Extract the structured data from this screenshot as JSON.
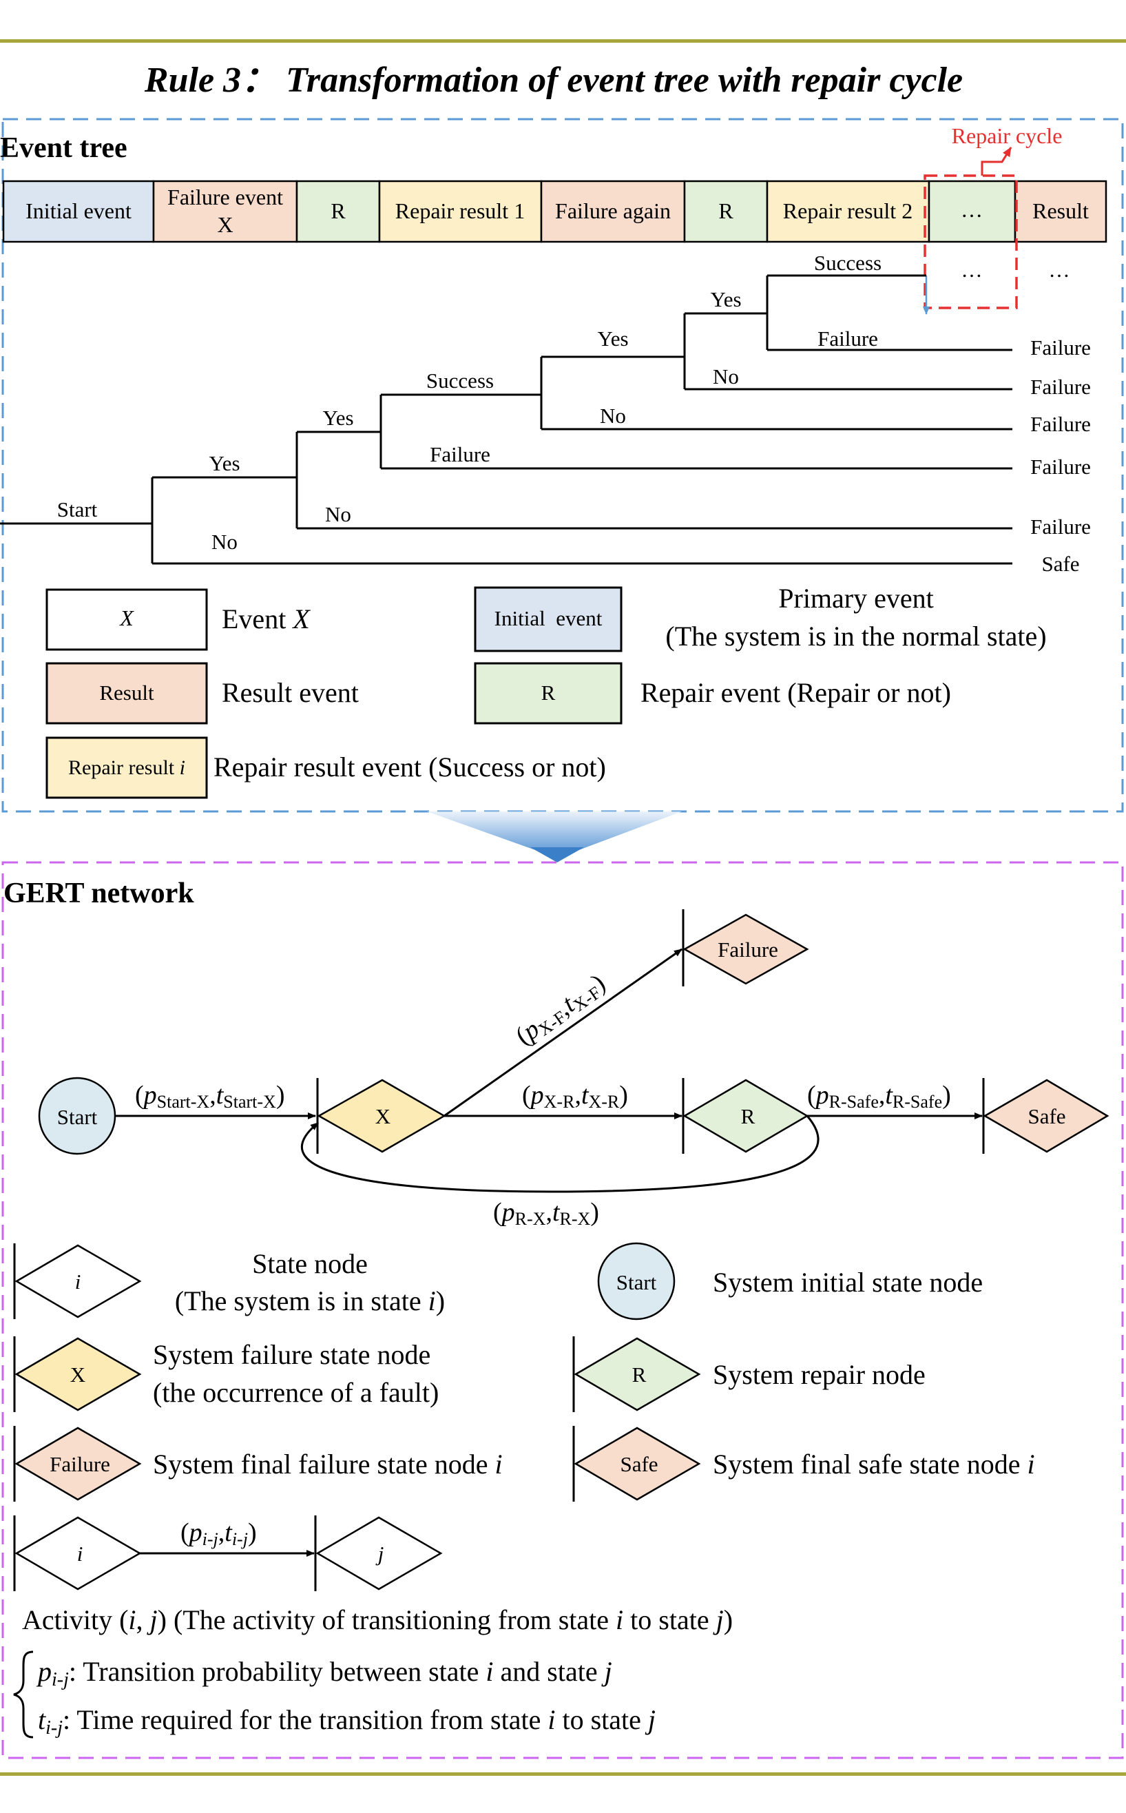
{
  "title": "Rule 3： Transformation of event tree with repair cycle",
  "event_tree": {
    "heading": "Event tree",
    "repair_cycle_label": "Repair cycle",
    "header_cells": [
      "Initial event",
      "Failure event",
      "X",
      "R",
      "Repair result 1",
      "Failure again",
      "R",
      "Repair result 2",
      "…",
      "Result"
    ],
    "tree_labels": {
      "start": "Start",
      "yes1": "Yes",
      "no1": "No",
      "yes2": "Yes",
      "no2": "No",
      "success1": "Success",
      "failure1": "Failure",
      "yes3": "Yes",
      "no3": "No",
      "yes4": "Yes",
      "no4": "No",
      "success2": "Success",
      "failure2": "Failure",
      "dots1": "…",
      "dots2": "…"
    },
    "results": [
      "Failure",
      "Failure",
      "Failure",
      "Failure",
      "Failure",
      "Safe"
    ],
    "legend": {
      "x_box": "X",
      "x_desc_prefix": "Event ",
      "x_desc_var": "X",
      "result_box": "Result",
      "result_desc": "Result event",
      "repair_result_box_prefix": "Repair result ",
      "repair_result_box_var": "i",
      "repair_result_desc": "Repair result event (Success or not)",
      "initial_box": "Initial  event",
      "initial_desc_1": "Primary event",
      "initial_desc_2": "(The system is in the normal state)",
      "r_box": "R",
      "r_desc": "Repair event (Repair or not)"
    }
  },
  "gert": {
    "heading": "GERT network",
    "nodes": {
      "start": "Start",
      "x": "X",
      "r": "R",
      "failure": "Failure",
      "safe": "Safe"
    },
    "edges": {
      "start_x": {
        "p": "p",
        "ps": "Start-X",
        "t": "t",
        "ts": "Start-X"
      },
      "x_f": {
        "p": "p",
        "ps": "X-F",
        "t": "t",
        "ts": "X-F"
      },
      "x_r": {
        "p": "p",
        "ps": "X-R",
        "t": "t",
        "ts": "X-R"
      },
      "r_safe": {
        "p": "p",
        "ps": "R-Safe",
        "t": "t",
        "ts": "R-Safe"
      },
      "r_x": {
        "p": "p",
        "ps": "R-X",
        "t": "t",
        "ts": "R-X"
      }
    },
    "legend": {
      "state_node": "i",
      "state_desc_1": "State node",
      "state_desc_2_prefix": "(The system is in state ",
      "state_desc_2_var": "i",
      "state_desc_2_suffix": ")",
      "start_node": "Start",
      "start_desc": "System initial state node",
      "x_node": "X",
      "x_desc_1": "System failure state node",
      "x_desc_2": "(the occurrence of a fault)",
      "r_node": "R",
      "r_desc": "System repair node",
      "failure_node": "Failure",
      "failure_desc_prefix": "System final failure state node ",
      "failure_desc_var": "i",
      "safe_node": "Safe",
      "safe_desc_prefix": "System final safe state node ",
      "safe_desc_var": "i",
      "act_from": "i",
      "act_to": "j",
      "act_edge": {
        "p": "p",
        "ps": "i-j",
        "t": "t",
        "ts": "i-j"
      },
      "activity_prefix": "Activity (",
      "activity_i": "i",
      "activity_sep": ", ",
      "activity_j": "j",
      "activity_mid": ") (The activity of transitioning from state ",
      "activity_i2": "i",
      "activity_to": " to state ",
      "activity_j2": "j",
      "activity_end": ")",
      "p_sym": "p",
      "p_sub": "i-j",
      "p_desc_prefix": ": Transition probability between state ",
      "p_desc_i": "i",
      "p_desc_and": " and state ",
      "p_desc_j": "j",
      "t_sym": "t",
      "t_sub": "i-j",
      "t_desc_prefix": ": Time required for the transition from state ",
      "t_desc_i": "i",
      "t_desc_to": " to state ",
      "t_desc_j": "j"
    }
  },
  "colors": {
    "olive_rule": "#a6a63a",
    "blue_frame": "#5b9bd5",
    "purple_frame": "#cc66ee",
    "red_cycle": "#e53030",
    "initial_fill": "#dae5f1",
    "result_fill": "#f8dccc",
    "repair_fill": "#e2efd9",
    "repair_result_fill": "#fdefc8",
    "x_fill": "#fdebb5",
    "start_fill": "#dbeaf0"
  }
}
